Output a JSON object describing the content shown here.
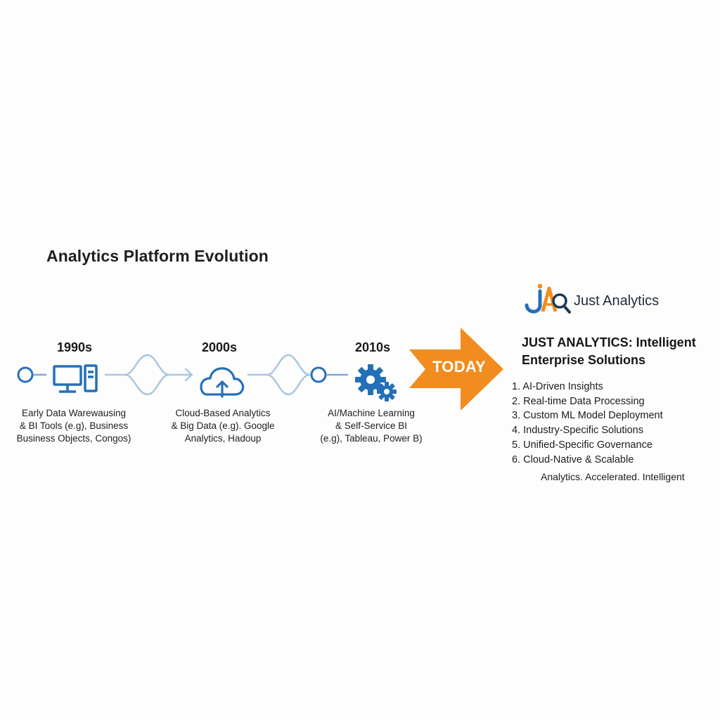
{
  "title": "Analytics Platform Evolution",
  "colors": {
    "primary_blue": "#2470b8",
    "connector_blue": "#a8c6e2",
    "accent_orange": "#f28c1e",
    "text_dark": "#1c1c1c"
  },
  "timeline": [
    {
      "era": "1990s",
      "icon": "desktop-computer-icon",
      "description": [
        "Early Data Warewausing",
        "& BI Tools (e.g), Business",
        "Business Objects, Congos)"
      ]
    },
    {
      "era": "2000s",
      "icon": "cloud-upload-icon",
      "description": [
        "Cloud-Based Analytics",
        "& Big Data (e.g). Google",
        "Analytics, Hadoup"
      ]
    },
    {
      "era": "2010s",
      "icon": "gears-icon",
      "description": [
        "AI/Machine Learning",
        "& Self-Service BI",
        "(e.g), Tableau, Power B)"
      ]
    }
  ],
  "today_label": "TODAY",
  "brand": {
    "logo_letters": "JA",
    "name": "Just Analytics",
    "headline": [
      "JUST ANALYTICS: Intelligent",
      "Enterprise Solutions"
    ],
    "features": [
      "1. AI-Driven Insights",
      "2. Real-time Data Processing",
      "3. Custom ML Model Deployment",
      "4. Industry-Specific Solutions",
      "5. Unified-Specific Governance",
      "6. Cloud-Native & Scalable"
    ],
    "tagline": "Analytics. Accelerated. Intelligent"
  }
}
